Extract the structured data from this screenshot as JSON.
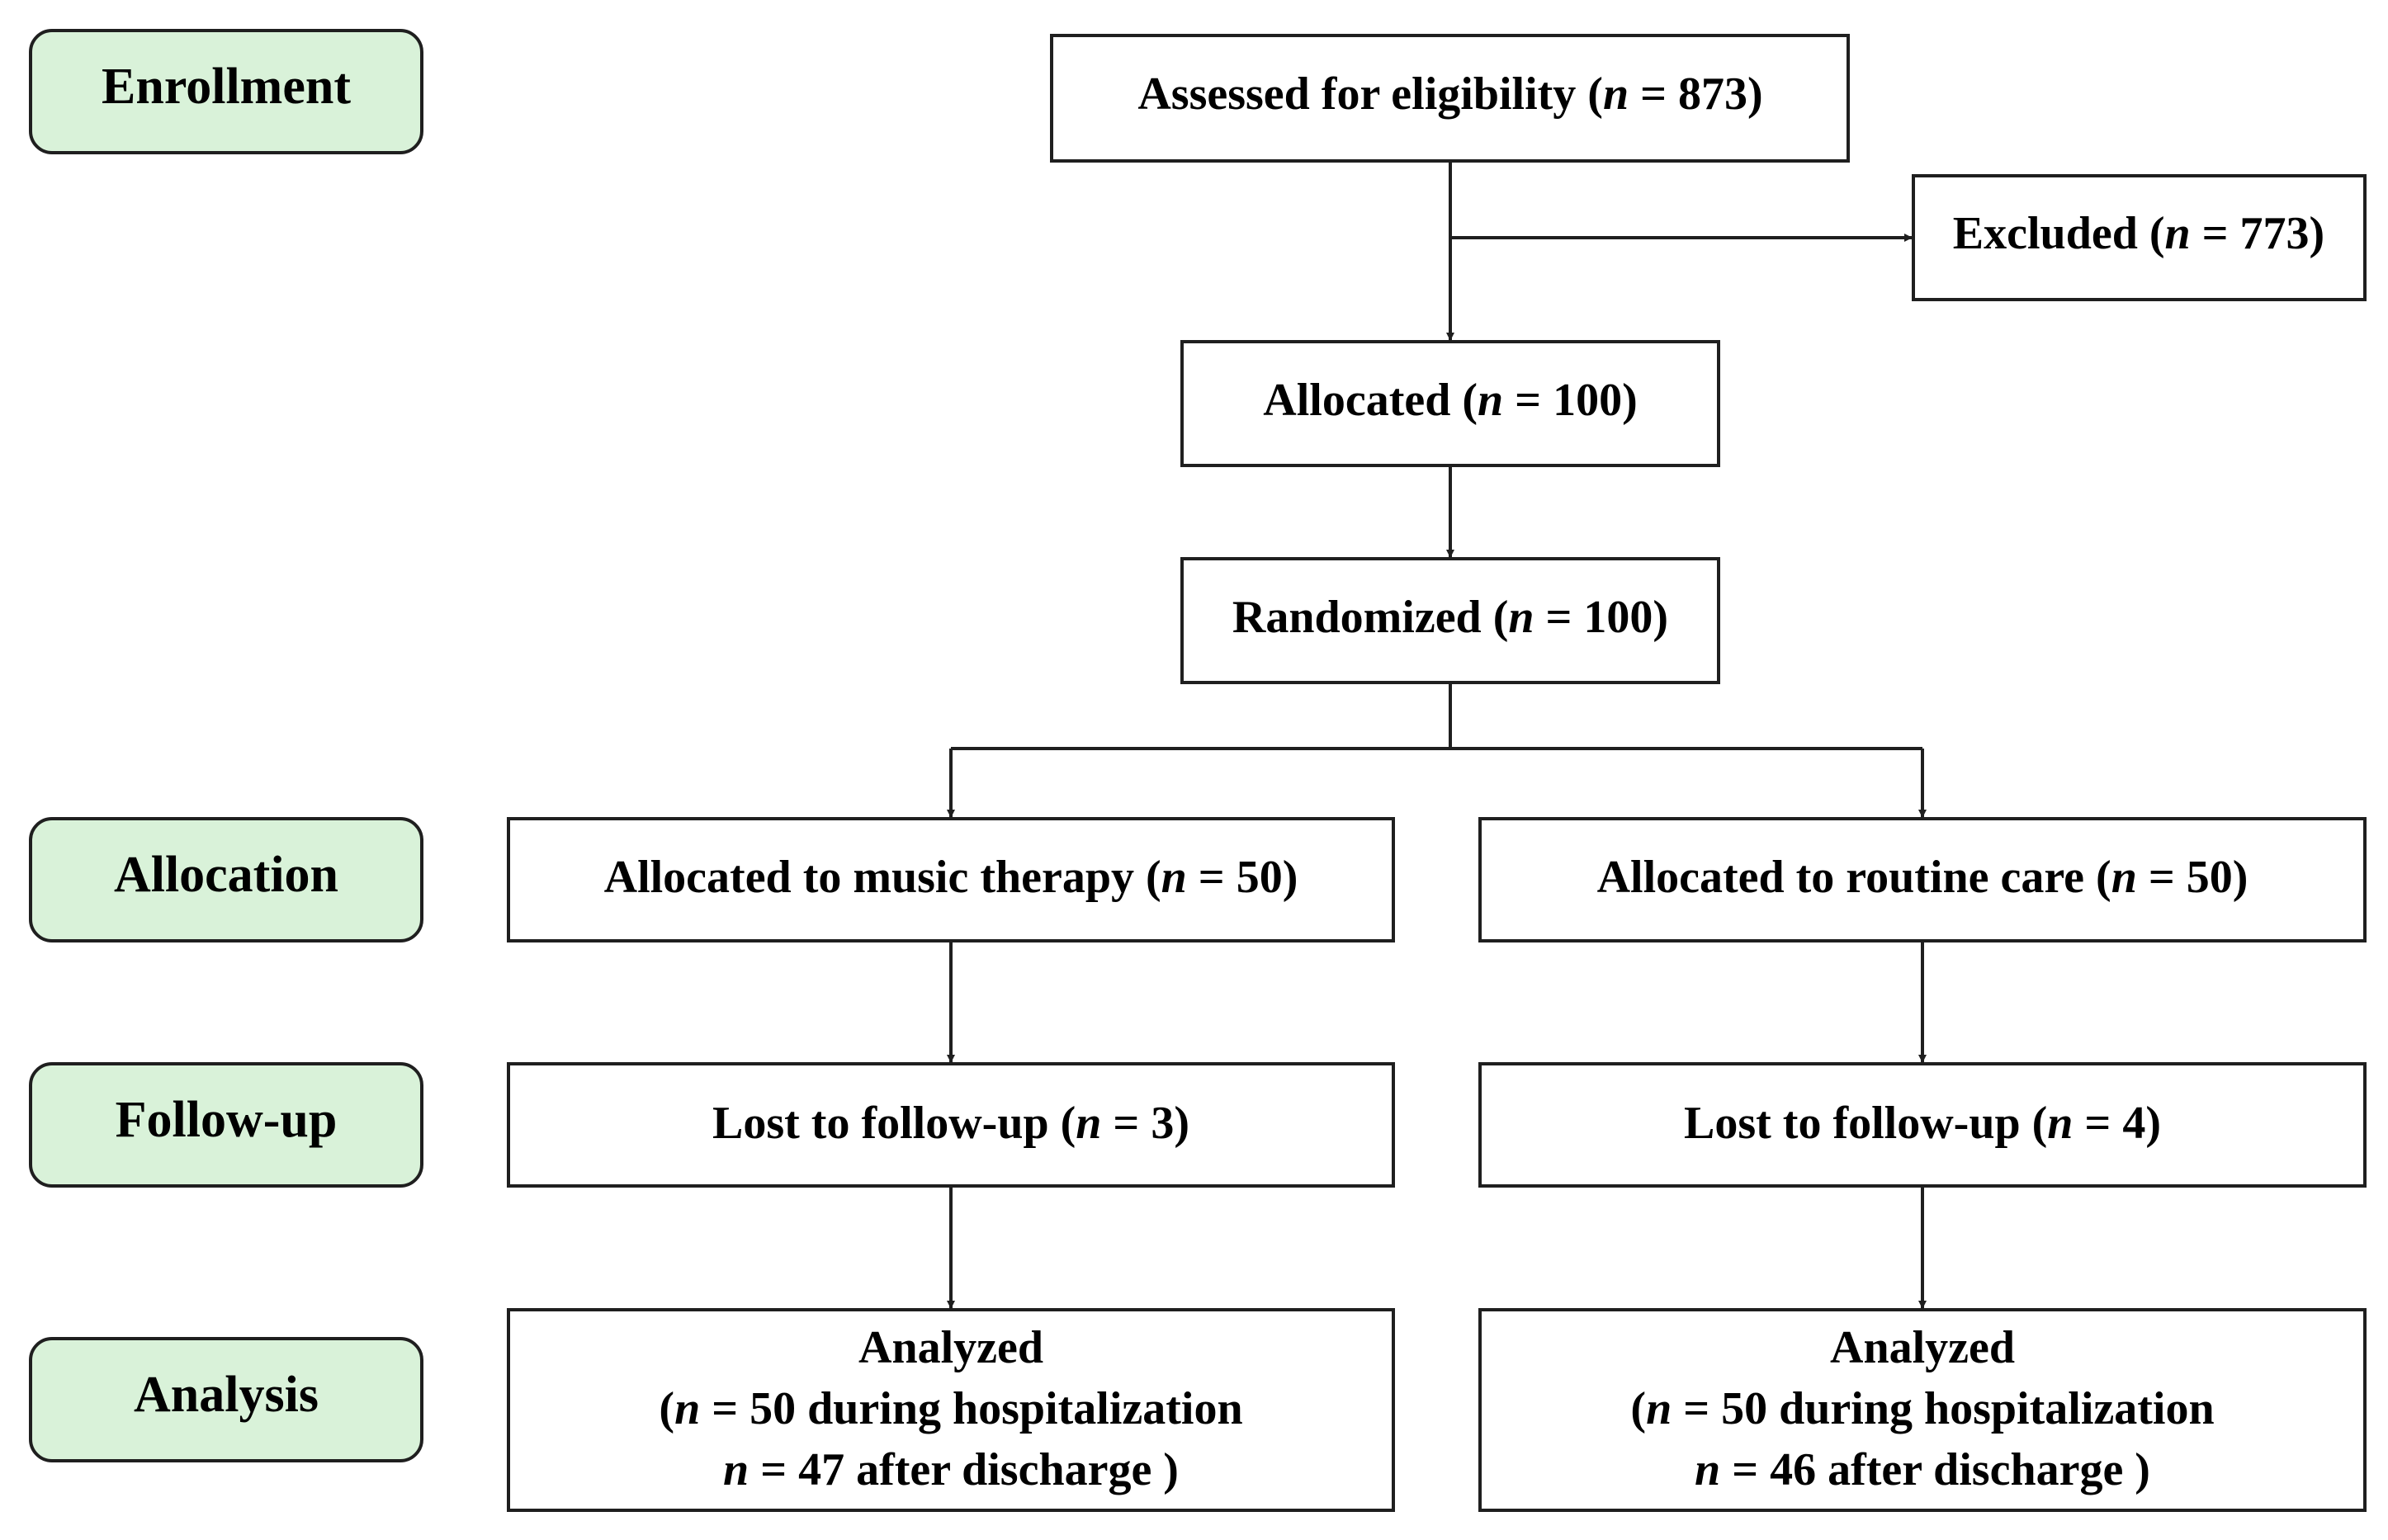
{
  "stages": {
    "enrollment": "Enrollment",
    "allocation": "Allocation",
    "follow_up": "Follow-up",
    "analysis": "Analysis"
  },
  "nodes": {
    "assessed": {
      "label": "Assessed for eligibility (",
      "n_symbol": "n",
      "value": " = 873)"
    },
    "excluded": {
      "label": "Excluded (",
      "n_symbol": "n",
      "value": " = 773)"
    },
    "allocated": {
      "label": "Allocated (",
      "n_symbol": "n",
      "value": " = 100)"
    },
    "randomized": {
      "label": "Randomized  (",
      "n_symbol": "n",
      "value": " = 100)"
    },
    "music_therapy": {
      "label": "Allocated to music therapy  (",
      "n_symbol": "n",
      "value": " = 50)"
    },
    "routine_care": {
      "label": "Allocated to routine care  (",
      "n_symbol": "n",
      "value": " = 50)"
    },
    "lost_music": {
      "label": "Lost to follow-up (",
      "n_symbol": "n",
      "value": " = 3)"
    },
    "lost_routine": {
      "label": "Lost to follow-up (",
      "n_symbol": "n",
      "value": " = 4)"
    },
    "analyzed_music": {
      "title": "Analyzed",
      "line2_prefix": "(",
      "line2_n": "n",
      "line2_value": " = 50 during hospitalization",
      "line3_n": "n",
      "line3_value": " = 47 after discharge )"
    },
    "analyzed_routine": {
      "title": "Analyzed",
      "line2_prefix": "(",
      "line2_n": "n",
      "line2_value": " = 50 during hospitalization",
      "line3_n": "n",
      "line3_value": " = 46 after discharge )"
    }
  },
  "colors": {
    "stage_fill": "#d9f2d9",
    "stroke": "#1f1f1f"
  }
}
